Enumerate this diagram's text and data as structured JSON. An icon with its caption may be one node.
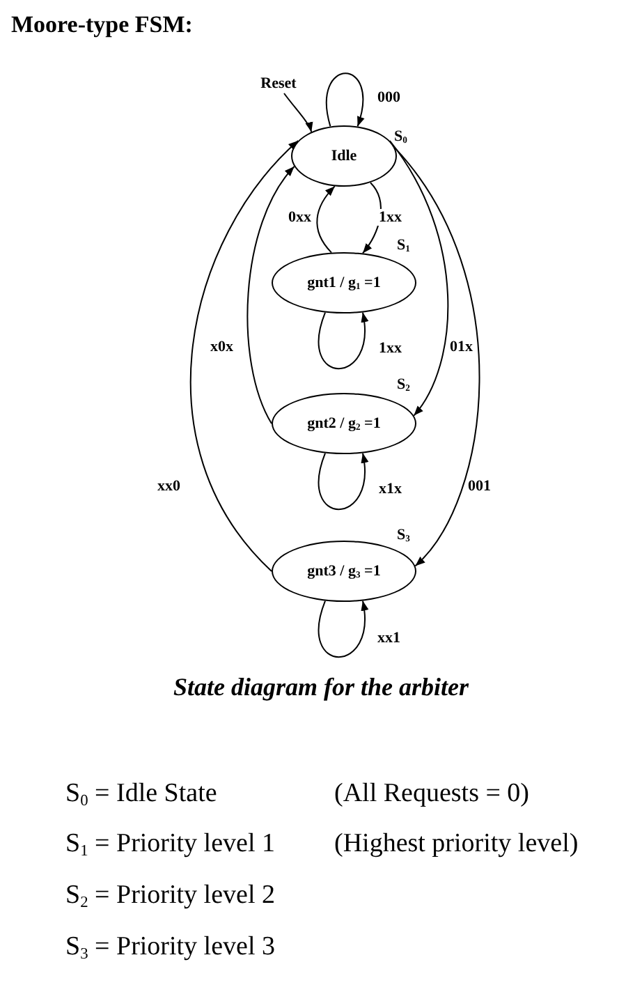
{
  "diagram": {
    "title": "Moore-type FSM:",
    "caption": "State diagram for the arbiter",
    "nodes": [
      {
        "text": [
          "Idle"
        ],
        "beside": [
          "S$_{0}$"
        ]
      },
      {
        "text": [
          "gnt1 / g$_{1}$ =1"
        ],
        "beside": [
          "S$_{1}$"
        ]
      },
      {
        "text": [
          "gnt2 / g$_{2}$ =1"
        ],
        "beside": [
          "S$_{2}$"
        ]
      },
      {
        "text": [
          "gnt3 / g$_{3}$ =1"
        ],
        "beside": [
          "S$_{3}$"
        ]
      },
      {
        "text": [
          "Reset"
        ]
      }
    ],
    "edges": [
      {
        "from": 0,
        "to": 0,
        "arrow": "to",
        "label": "000"
      },
      {
        "from": 0,
        "to": 1,
        "arrow": "to",
        "label": "1xx"
      },
      {
        "from": 1,
        "to": 0,
        "arrow": "to",
        "label": "0xx"
      },
      {
        "from": 1,
        "to": 1,
        "arrow": "to",
        "label": "1xx"
      },
      {
        "from": 0,
        "to": 2,
        "arrow": "to",
        "label": "01x"
      },
      {
        "from": 2,
        "to": 0,
        "arrow": "to",
        "label": "x0x"
      },
      {
        "from": 2,
        "to": 2,
        "arrow": "to",
        "label": "x1x"
      },
      {
        "from": 0,
        "to": 3,
        "arrow": "to",
        "label": "001"
      },
      {
        "from": 3,
        "to": 0,
        "arrow": "to",
        "label": "xx0"
      },
      {
        "from": 3,
        "to": 3,
        "arrow": "to",
        "label": "xx1"
      },
      {
        "from": 4,
        "to": 0,
        "arrow": "to"
      }
    ],
    "labels": [
      "S$_{0}$ = Idle State",
      "(All Requests = 0)",
      "S$_{1}$ = Priority level 1",
      "(Highest priority level)",
      "S$_{2}$ = Priority level 2",
      "S$_{3}$ = Priority level 3"
    ]
  }
}
